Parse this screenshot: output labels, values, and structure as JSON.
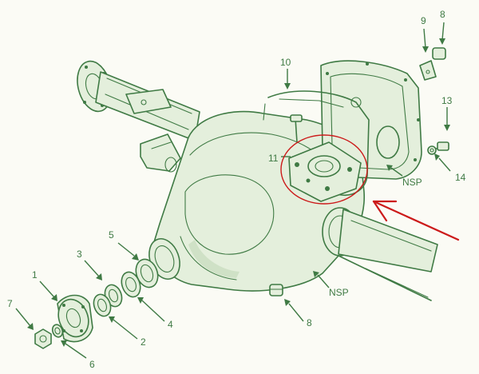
{
  "diagram": {
    "callouts": {
      "c1": "1",
      "c2": "2",
      "c3": "3",
      "c4": "4",
      "c5": "5",
      "c6": "6",
      "c7": "7",
      "c8_top": "8",
      "c8_bottom": "8",
      "c9": "9",
      "c10": "10",
      "c11": "11",
      "c13": "13",
      "c14": "14",
      "nsp_right": "NSP",
      "nsp_bottom": "NSP"
    },
    "colors": {
      "line": "#3f7a44",
      "fill": "#e4efdc",
      "highlight": "#cc1a1a",
      "background": "#fbfbf5"
    }
  }
}
